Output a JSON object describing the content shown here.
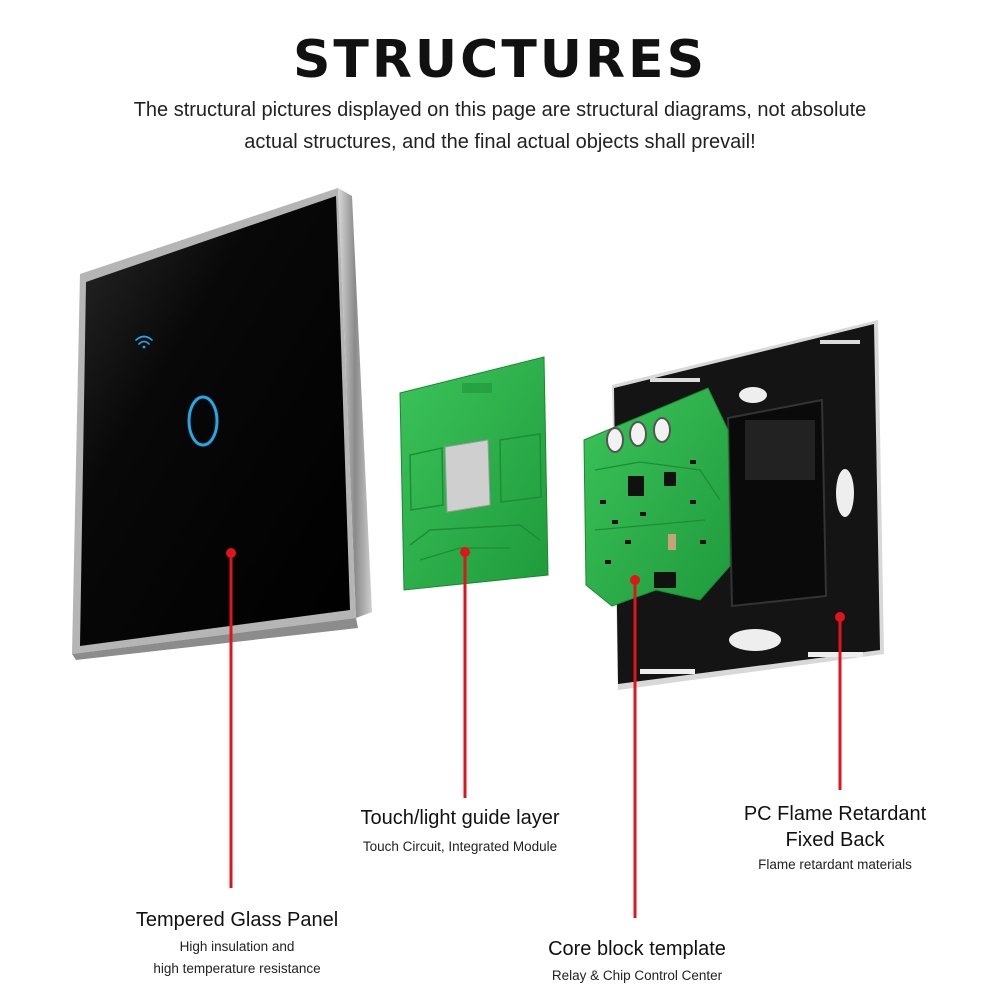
{
  "header": {
    "title": "STRUCTURES",
    "subtitle_line1": "The structural pictures displayed on this page are structural diagrams, not absolute",
    "subtitle_line2": "actual structures, and the final actual objects shall prevail!"
  },
  "components": [
    {
      "name": "Tempered Glass Panel",
      "desc_line1": "High insulation and",
      "desc_line2": "high temperature resistance"
    },
    {
      "name": "Touch/light guide layer",
      "desc_line1": "Touch Circuit, Integrated Module"
    },
    {
      "name": "Core block template",
      "desc_line1": "Relay & Chip Control Center"
    },
    {
      "name_line1": "PC Flame Retardant",
      "name_line2": "Fixed Back",
      "desc_line1": "Flame retardant materials"
    }
  ],
  "colors": {
    "callout": "#e0141c",
    "glass": "#0b0b0b",
    "frame": "#9a9a9a",
    "pcb": "#2bb24c",
    "back": "#151515",
    "touch_ring": "#22a8e8"
  },
  "icons": [
    "wifi-icon",
    "touch-button-icon"
  ]
}
